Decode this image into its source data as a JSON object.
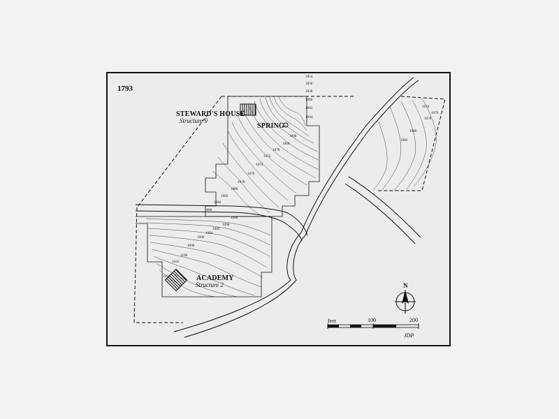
{
  "map": {
    "year": "1793",
    "buildings": [
      {
        "name": "STEWARD'S HOUSE",
        "sub": "Structure 9"
      },
      {
        "name": "ACADEMY",
        "sub": "Structure 2"
      }
    ],
    "spring_label": "SPRING",
    "contour_labels": [
      "1054",
      "1056",
      "1058",
      "1060",
      "1062",
      "1064",
      "1066",
      "1068",
      "1070",
      "1072",
      "1074",
      "1076",
      "1078",
      "1080",
      "1082",
      "1084",
      "1086",
      "1088",
      "1090",
      "1092",
      "1094",
      "1096",
      "1098",
      "1100",
      "1102",
      "1104"
    ],
    "east_contour_labels": [
      "1074",
      "1076",
      "1078",
      "1080",
      "1082"
    ],
    "scale": {
      "unit": "feet",
      "ticks": [
        "100",
        "200"
      ]
    },
    "north": "N",
    "initials": "JDP"
  },
  "colors": {
    "ink": "#111111",
    "paper": "#ececec",
    "background": "#f2f2f2"
  }
}
